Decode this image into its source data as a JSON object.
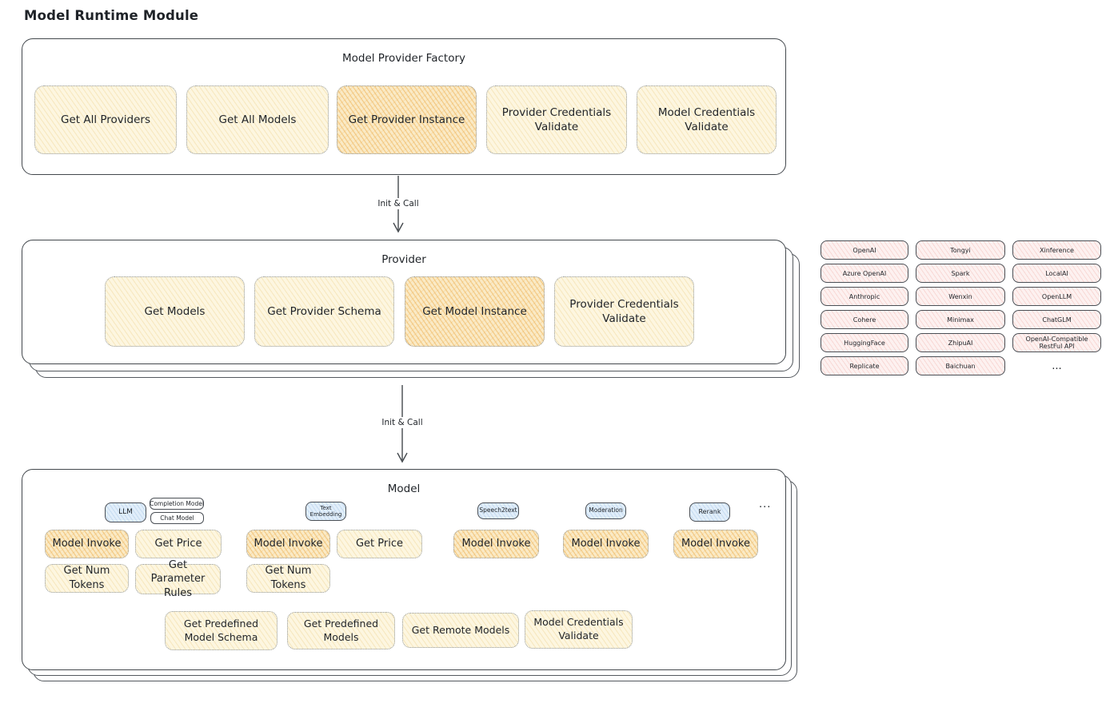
{
  "page": {
    "title": "Model Runtime Module"
  },
  "arrows": {
    "label1": "Init & Call",
    "label2": "Init & Call"
  },
  "factory": {
    "title": "Model Provider Factory",
    "buttons": [
      {
        "label": "Get All Providers",
        "highlighted": false
      },
      {
        "label": "Get All Models",
        "highlighted": false
      },
      {
        "label": "Get Provider Instance",
        "highlighted": true
      },
      {
        "label": "Provider Credentials Validate",
        "highlighted": false
      },
      {
        "label": "Model Credentials Validate",
        "highlighted": false
      }
    ]
  },
  "provider": {
    "title": "Provider",
    "buttons": [
      {
        "label": "Get Models",
        "highlighted": false
      },
      {
        "label": "Get Provider Schema",
        "highlighted": false
      },
      {
        "label": "Get Model Instance",
        "highlighted": true
      },
      {
        "label": "Provider Credentials Validate",
        "highlighted": false
      }
    ]
  },
  "providers_grid": {
    "col1": [
      "OpenAI",
      "Azure OpenAI",
      "Anthropic",
      "Cohere",
      "HuggingFace",
      "Replicate"
    ],
    "col2": [
      "Tongyi",
      "Spark",
      "Wenxin",
      "Minimax",
      "ZhipuAI",
      "Baichuan"
    ],
    "col3": [
      "Xinference",
      "LocalAI",
      "OpenLLM",
      "ChatGLM",
      "OpenAI-Compatible RestFul API"
    ],
    "ellipsis": "..."
  },
  "model": {
    "title": "Model",
    "tabs": {
      "llm": "LLM",
      "completion": "Completion Model",
      "chat": "Chat Model",
      "text_embedding": "Text Embedding",
      "speech2text": "Speech2text",
      "moderation": "Moderation",
      "rerank": "Rerank",
      "ellipsis": "..."
    },
    "llm_group": {
      "model_invoke": "Model Invoke",
      "get_price": "Get Price",
      "get_num_tokens": "Get Num Tokens",
      "get_parameter_rules": "Get Parameter Rules"
    },
    "embedding_group": {
      "model_invoke": "Model Invoke",
      "get_price": "Get Price",
      "get_num_tokens": "Get Num Tokens"
    },
    "speech2text_group": {
      "model_invoke": "Model Invoke"
    },
    "moderation_group": {
      "model_invoke": "Model Invoke"
    },
    "rerank_group": {
      "model_invoke": "Model Invoke"
    },
    "common": {
      "get_predefined_model_schema": "Get Predefined Model Schema",
      "get_predefined_models": "Get Predefined Models",
      "get_remote_models": "Get Remote Models",
      "model_credentials_validate": "Model Credentials Validate"
    }
  },
  "colors": {
    "yellow_fill": "#fdf6e0",
    "orange_fill": "#faeac6",
    "pink_fill": "#fdf1f0",
    "blue_fill": "#e1eefa",
    "stroke_dark": "#43484d",
    "stroke_dotted": "#9199a1"
  }
}
